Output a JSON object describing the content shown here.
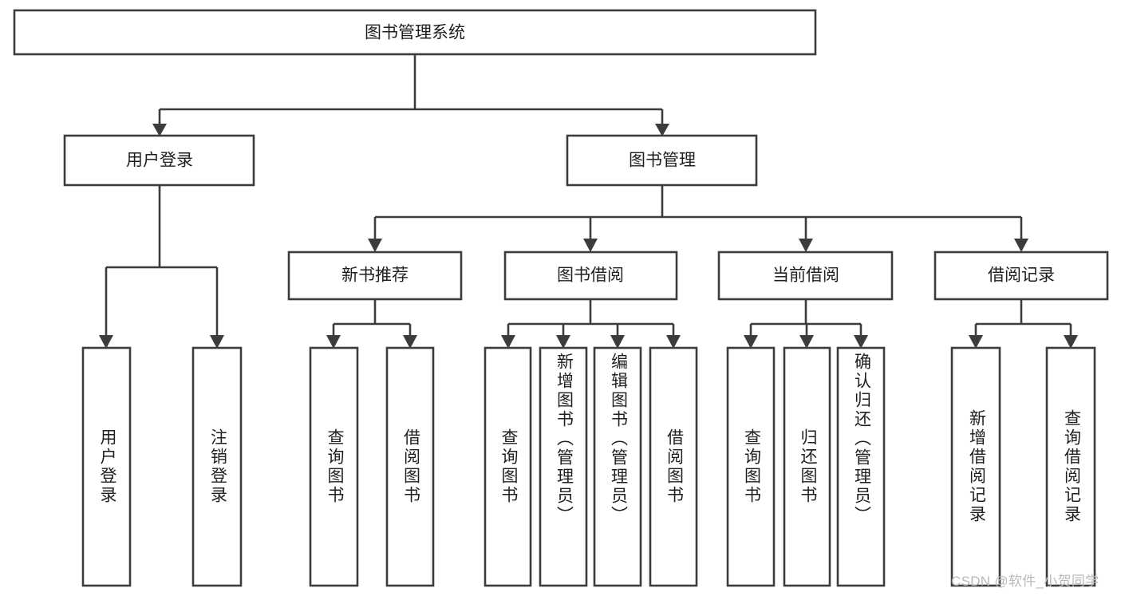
{
  "diagram": {
    "title": "图书管理系统",
    "type": "tree-hierarchy",
    "watermark": "CSDN @软件_小贺同学",
    "colors": {
      "stroke": "#3c3c3c",
      "box_fill": "#ffffff",
      "text": "#1f1f1f",
      "background": "#ffffff",
      "watermark": "#b9b9b9"
    },
    "root": {
      "label": "图书管理系统"
    },
    "level2": [
      {
        "label": "用户登录"
      },
      {
        "label": "图书管理"
      }
    ],
    "level3": [
      {
        "label": "新书推荐"
      },
      {
        "label": "图书借阅"
      },
      {
        "label": "当前借阅"
      },
      {
        "label": "借阅记录"
      }
    ],
    "leaves": {
      "user_login": [
        {
          "label": "用户登录"
        },
        {
          "label": "注销登录"
        }
      ],
      "new_book_recommend": [
        {
          "label": "查询图书"
        },
        {
          "label": "借阅图书"
        }
      ],
      "book_borrow": [
        {
          "label": "查询图书"
        },
        {
          "label": "新增图书（管理员）"
        },
        {
          "label": "编辑图书（管理员）"
        },
        {
          "label": "借阅图书"
        }
      ],
      "current_borrow": [
        {
          "label": "查询图书"
        },
        {
          "label": "归还图书"
        },
        {
          "label": "确认归还（管理员）"
        }
      ],
      "borrow_record": [
        {
          "label": "新增借阅记录"
        },
        {
          "label": "查询借阅记录"
        }
      ]
    }
  }
}
